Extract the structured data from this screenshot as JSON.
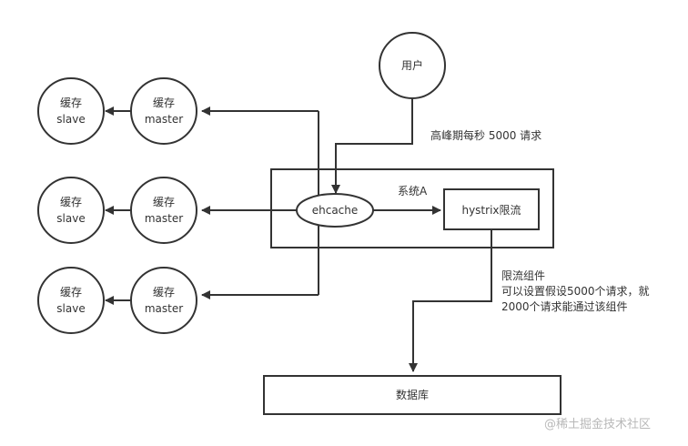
{
  "diagram": {
    "user": {
      "label": "用户"
    },
    "traffic_note": "高峰期每秒 5000 请求",
    "system": {
      "label": "系统A"
    },
    "ehcache": {
      "label": "ehcache"
    },
    "hystrix": {
      "label": "hystrix限流"
    },
    "limiter_note": {
      "line1": "限流组件",
      "line2": "可以设置假设5000个请求，就",
      "line3": "2000个请求能通过该组件"
    },
    "database": {
      "label": "数据库"
    },
    "cache_rows": [
      {
        "master_line1": "缓存",
        "master_line2": "master",
        "slave_line1": "缓存",
        "slave_line2": "slave"
      },
      {
        "master_line1": "缓存",
        "master_line2": "master",
        "slave_line1": "缓存",
        "slave_line2": "slave"
      },
      {
        "master_line1": "缓存",
        "master_line2": "master",
        "slave_line1": "缓存",
        "slave_line2": "slave"
      }
    ],
    "watermark": "@稀土掘金技术社区"
  }
}
